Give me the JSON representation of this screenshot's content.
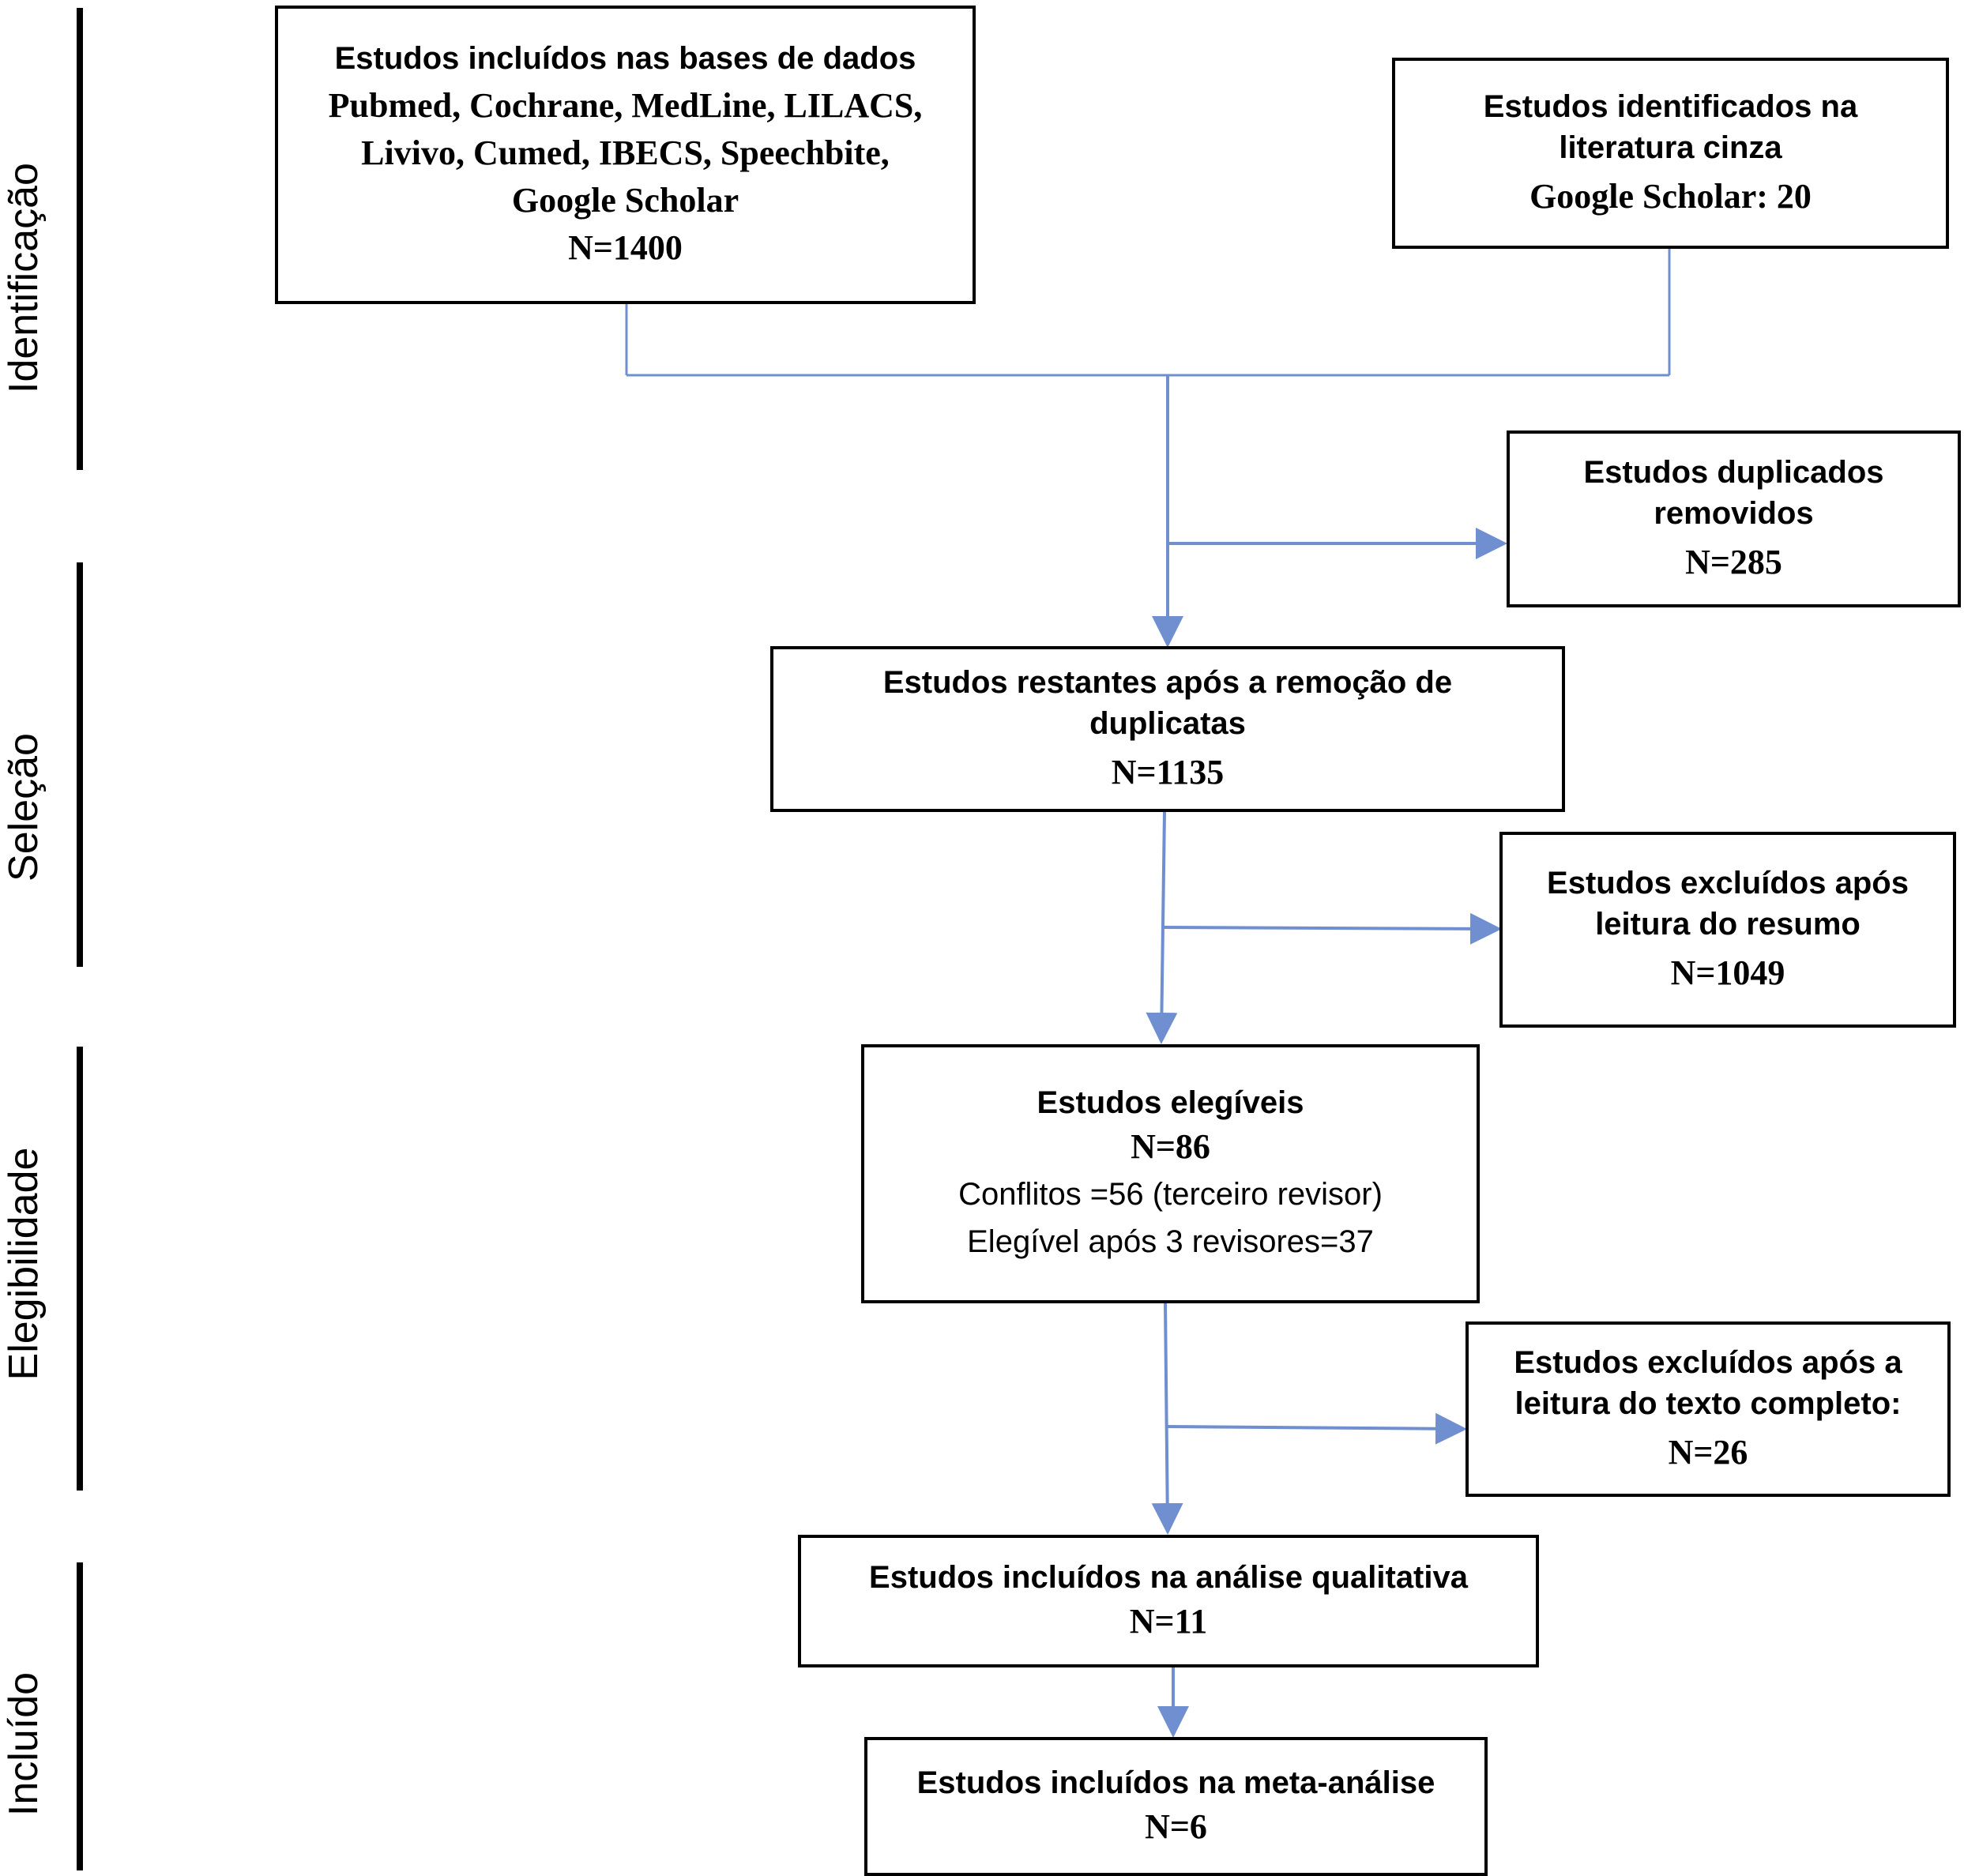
{
  "phases": {
    "identificacao": "Identificação",
    "selecao": "Seleção",
    "elegibilidade": "Elegibilidade",
    "incluido": "Incluído"
  },
  "boxes": {
    "databases": {
      "title": "Estudos incluídos nas bases de dados",
      "sources_line1": "Pubmed, Cochrane, MedLine, LILACS,",
      "sources_line2": "Livivo, Cumed, IBECS, Speechbite,",
      "sources_line3": "Google Scholar",
      "n": "N=1400"
    },
    "grey_literature": {
      "title_line1": "Estudos identificados na",
      "title_line2": "literatura cinza",
      "detail": "Google Scholar: 20"
    },
    "duplicates_removed": {
      "title_line1": "Estudos duplicados",
      "title_line2": "removidos",
      "n": "N=285"
    },
    "after_dedup": {
      "title_line1": "Estudos restantes após a remoção de",
      "title_line2": "duplicatas",
      "n": "N=1135"
    },
    "excluded_abstract": {
      "title_line1": "Estudos excluídos após",
      "title_line2": "leitura do resumo",
      "n": "N=1049"
    },
    "eligible": {
      "title": "Estudos elegíveis",
      "n": "N=86",
      "conflicts": "Conflitos =56 (terceiro revisor)",
      "after_reviewers": "Elegível após 3 revisores=37"
    },
    "excluded_fulltext": {
      "title_line1": "Estudos excluídos após a",
      "title_line2": "leitura do texto completo:",
      "n": "N=26"
    },
    "qualitative": {
      "title": "Estudos incluídos na análise qualitativa",
      "n": "N=11"
    },
    "meta": {
      "title": "Estudos incluídos na meta-análise",
      "n": "N=6"
    }
  },
  "colors": {
    "arrow": "#6f8fd0",
    "border": "#000000"
  }
}
